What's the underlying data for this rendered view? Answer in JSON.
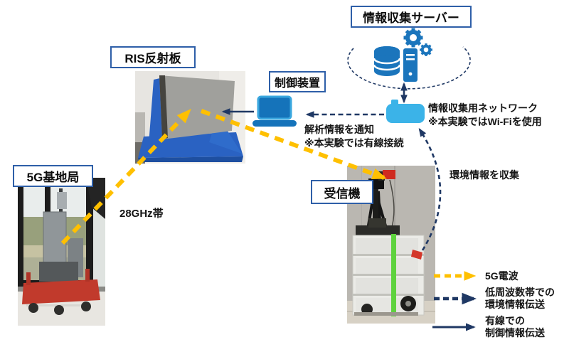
{
  "nodes": {
    "server_label": "情報収集サーバー",
    "ris_label": "RIS反射板",
    "controller_label": "制御装置",
    "base_station_label": "5G基地局",
    "receiver_label": "受信機"
  },
  "annotations": {
    "band": "28GHz帯",
    "notify_l1": "解析情報を通知",
    "notify_l2": "※本実験では有線接続",
    "network_l1": "情報収集用ネットワーク",
    "network_l2": "※本実験ではWi-Fiを使用",
    "collect_env": "環境情報を収集"
  },
  "legend": {
    "item1_label": "5G電波",
    "item2_l1": "低周波数帯での",
    "item2_l2": "環境情報伝送",
    "item3_l1": "有線での",
    "item3_l2": "制御情報伝送"
  },
  "icons": {
    "server_cluster": "database-icon + server-tower-icon + gear-icon",
    "controller": "laptop-icon",
    "network": "wifi-router-icon"
  },
  "colors": {
    "yellow": "#FFC000",
    "navy": "#1F3864",
    "blue": "#1B75BC",
    "light_blue": "#3BB3E8",
    "box_border": "#2E5FA8"
  }
}
